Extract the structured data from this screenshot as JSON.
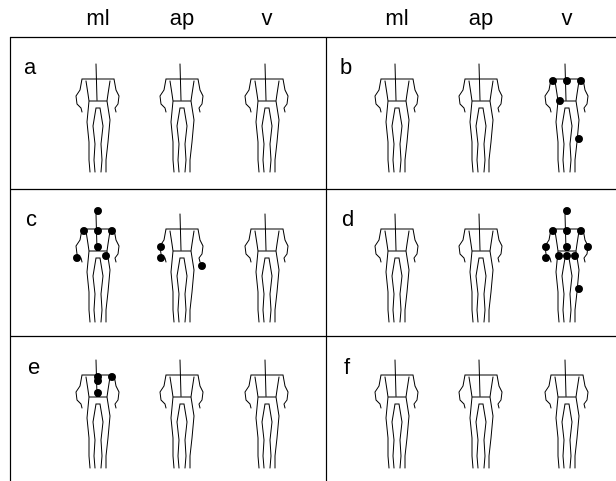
{
  "header": {
    "left": [
      "ml",
      "ap",
      "v"
    ],
    "right": [
      "ml",
      "ap",
      "v"
    ]
  },
  "panels": [
    {
      "label": "a",
      "markers": {
        "ml": [],
        "ap": [],
        "v": []
      }
    },
    {
      "label": "b",
      "markers": {
        "ml": [],
        "ap": [],
        "v": [
          "shoulder-l",
          "neck",
          "shoulder-r",
          "waist-l",
          "knee-r"
        ]
      }
    },
    {
      "label": "c",
      "markers": {
        "ml": [
          "head",
          "shoulder-l",
          "neck",
          "shoulder-r",
          "mid-torso",
          "hand-l",
          "hip-r"
        ],
        "ap": [
          "elbow-l",
          "hand-l",
          "hand-r"
        ],
        "v": []
      }
    },
    {
      "label": "d",
      "markers": {
        "ml": [],
        "ap": [],
        "v": [
          "head",
          "shoulder-l",
          "neck",
          "shoulder-r",
          "elbow-l",
          "mid-torso",
          "elbow-r",
          "hip-l",
          "hip-c",
          "hip-r",
          "hand-l",
          "knee-r"
        ]
      }
    },
    {
      "label": "e",
      "markers": {
        "ml": [
          "neck",
          "shoulder-r",
          "chest",
          "mid-torso"
        ],
        "ap": [],
        "v": []
      }
    },
    {
      "label": "f",
      "markers": {
        "ml": [],
        "ap": [],
        "v": []
      }
    }
  ]
}
